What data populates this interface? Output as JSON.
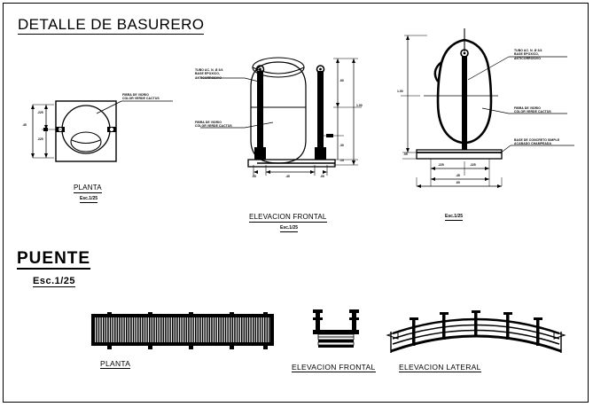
{
  "sheet": {
    "title_basurero": "DETALLE DE BASURERO",
    "title_puente": "PUENTE",
    "puente_scale": "Esc.1/25"
  },
  "basurero": {
    "planta": {
      "caption": "PLANTA",
      "scale": "Esc.1/25",
      "dims": {
        "top": ".225",
        "total": ".45",
        "bottom": ".225"
      },
      "note": {
        "line1": "FIBRA DE VIDRIO",
        "line2": "COLOR VERDE CACTUS"
      }
    },
    "elevacion_frontal": {
      "caption": "ELEVACION FRONTAL",
      "scale": "Esc.1/25",
      "note_tubo": {
        "line1": "TUBO AC. N. Ø 3/4",
        "line2": "BASE EPOXICO,",
        "line3": "ANTICORROSIVO"
      },
      "note_fibra": {
        "line1": "FIBRA DE VIDRIO",
        "line2": "COLOR VERDE CACTUS"
      },
      "dims": {
        "v_top": ".60",
        "v_right": "1.00",
        "v_mid": ".30",
        "v_base": ".15",
        "h_left": ".05",
        "h_center": ".45",
        "h_right": ".05"
      }
    },
    "elevacion_lateral": {
      "scale": "Esc.1/25",
      "note_tubo": {
        "line1": "TUBO AC. N. Ø 3/4",
        "line2": "BASE EPOXICO,",
        "line3": "ANTICORROSIVO"
      },
      "note_fibra": {
        "line1": "FIBRA DE VIDRIO",
        "line2": "COLOR VERDE CACTUS"
      },
      "note_base": {
        "line1": "BASE DE CONCRETO SIMPLE",
        "line2": "ACABADO CHAMPEADA"
      },
      "dims": {
        "v_left": "1.00",
        "v_base": ".05",
        "h_a": ".225",
        "h_b": ".225",
        "h_mid": ".45",
        "h_total": ".60"
      }
    }
  },
  "puente": {
    "planta": {
      "caption": "PLANTA"
    },
    "elevacion_frontal": {
      "caption": "ELEVACION FRONTAL"
    },
    "elevacion_lateral": {
      "caption": "ELEVACION LATERAL"
    }
  }
}
